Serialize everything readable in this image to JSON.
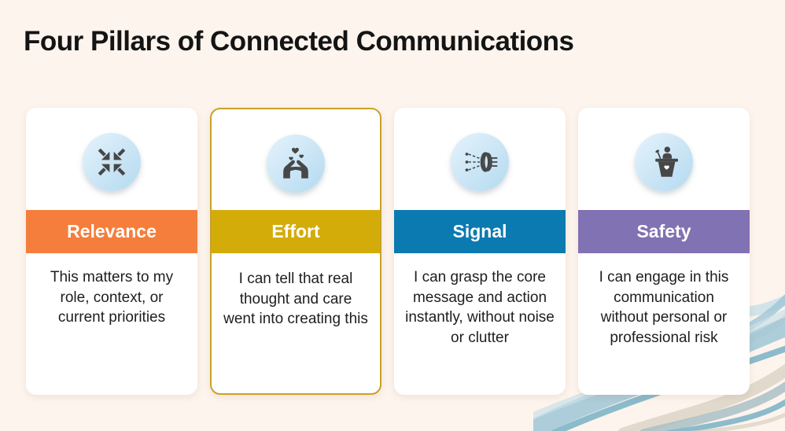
{
  "title": "Four Pillars of Connected Communications",
  "theme": {
    "background": "#FDF4ED",
    "card_background": "#FFFFFF",
    "title_color": "#141414",
    "body_text_color": "#1E1E1E",
    "icon_ink": "#474747",
    "icon_circle": {
      "from": "#E0F0FB",
      "to": "#B9DCF1"
    },
    "highlight_border": "#C9A227"
  },
  "pillars": [
    {
      "name": "Relevance",
      "banner_color": "#F57E3C",
      "icon": "converge-arrows-icon",
      "description": "This matters to my role, context, or current priorities",
      "highlighted": false
    },
    {
      "name": "Effort",
      "banner_color": "#D3AC0A",
      "icon": "caring-hands-icon",
      "description": "I can tell that real thought and care went into creating this",
      "highlighted": true
    },
    {
      "name": "Signal",
      "banner_color": "#0B7AB0",
      "icon": "signal-filter-icon",
      "description": "I can grasp the core message and action instantly, without noise or clutter",
      "highlighted": false
    },
    {
      "name": "Safety",
      "banner_color": "#8172B3",
      "icon": "podium-speaker-icon",
      "description": "I can engage in this communication without personal or professional risk",
      "highlighted": false
    }
  ],
  "decoration": {
    "ribbon_blue": "#9FC6D6",
    "ribbon_light": "#C9E0E8",
    "ribbon_teal": "#7FB5C7",
    "ribbon_beige": "#DCD5C6",
    "ribbon_gray": "#A9BFC4",
    "ribbon_pale": "#E4DED2"
  }
}
